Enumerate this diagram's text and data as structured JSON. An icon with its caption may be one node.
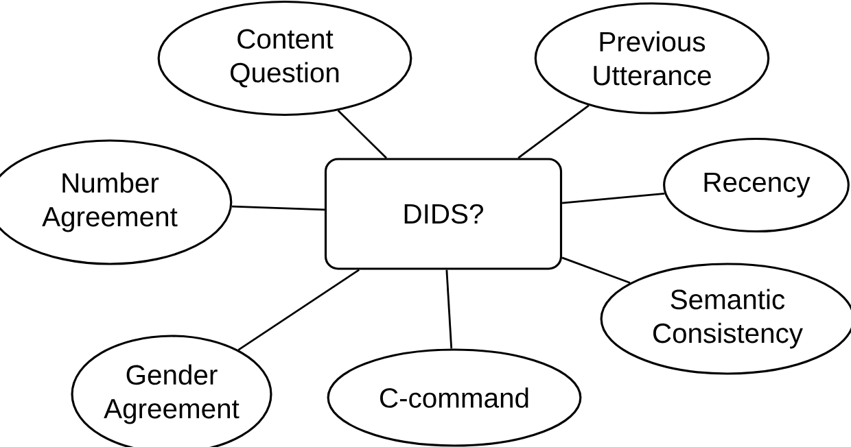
{
  "diagram": {
    "nodes": [
      {
        "text": [
          "Content Question"
        ]
      },
      {
        "text": [
          "Previous Utterance"
        ]
      },
      {
        "text": [
          "Number Agreement"
        ]
      },
      {
        "text": [
          "DIDS?"
        ]
      },
      {
        "text": [
          "Recency"
        ]
      },
      {
        "text": [
          "Semantic Consistency"
        ]
      },
      {
        "text": [
          "Gender Agreement"
        ]
      },
      {
        "text": [
          "C-command"
        ]
      }
    ],
    "edges": [
      {
        "from": 3,
        "to": 0,
        "arrow": "none"
      },
      {
        "from": 3,
        "to": 1,
        "arrow": "none"
      },
      {
        "from": 3,
        "to": 2,
        "arrow": "none"
      },
      {
        "from": 3,
        "to": 4,
        "arrow": "none"
      },
      {
        "from": 3,
        "to": 5,
        "arrow": "none"
      },
      {
        "from": 3,
        "to": 6,
        "arrow": "none"
      },
      {
        "from": 3,
        "to": 7,
        "arrow": "none"
      }
    ]
  }
}
